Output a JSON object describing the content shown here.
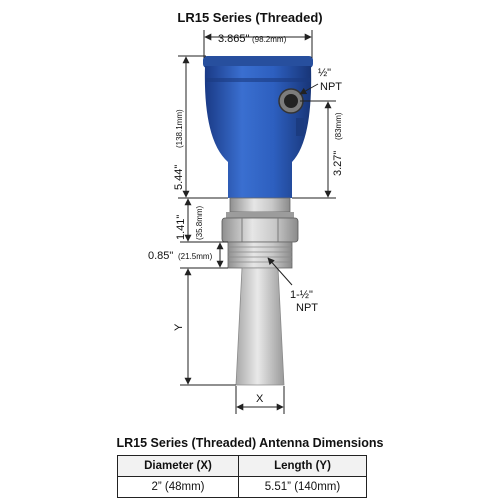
{
  "title": "LR15 Series (Threaded)",
  "dimensions": {
    "width_in": "3.865\"",
    "width_mm": "(98.2mm)",
    "overall_height_in": "5.44\"",
    "overall_height_mm": "(138.1mm)",
    "port_height_in": "3.27\"",
    "port_height_mm": "(83mm)",
    "fitting_height_in": "1.41\"",
    "fitting_height_mm": "(35.8mm)",
    "thread_height_in": "0.85\"",
    "thread_height_mm": "(21.5mm)",
    "conduit_label_size": "½\"",
    "conduit_label_type": "NPT",
    "process_label_size": "1-½\"",
    "process_label_type": "NPT",
    "antenna_length_label": "Y",
    "antenna_diameter_label": "X"
  },
  "table": {
    "title": "LR15 Series (Threaded) Antenna Dimensions",
    "headers": [
      "Diameter (X)",
      "Length (Y)"
    ],
    "rows": [
      [
        "2” (48mm)",
        "5.51” (140mm)"
      ]
    ]
  },
  "colors": {
    "housing_blue": "#2f5fb8",
    "housing_dark": "#1d3f8a",
    "metal": "#b8b8b8",
    "dimension_line": "#222222"
  }
}
